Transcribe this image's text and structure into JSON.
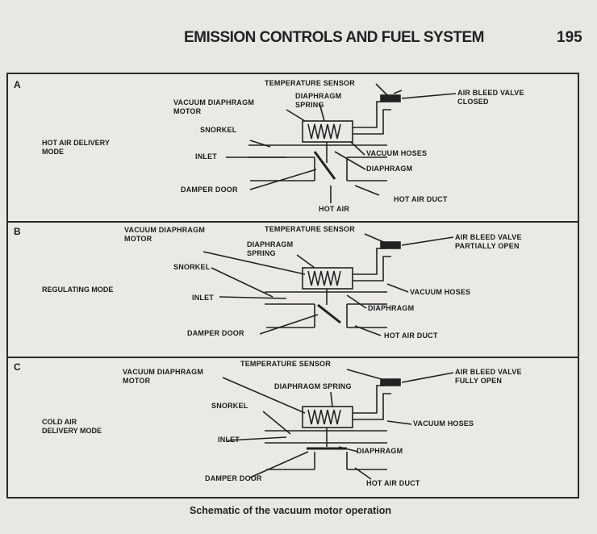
{
  "header": {
    "title": "EMISSION CONTROLS AND FUEL SYSTEM",
    "page_number": "195"
  },
  "figure": {
    "caption": "Schematic of the vacuum motor operation",
    "panels": [
      {
        "letter": "A",
        "mode": "HOT AIR DELIVERY MODE",
        "labels": {
          "temperature_sensor": "TEMPERATURE SENSOR",
          "air_bleed_valve": "AIR BLEED VALVE",
          "valve_state": "CLOSED",
          "vacuum_diaphragm_motor_1": "VACUUM DIAPHRAGM",
          "vacuum_diaphragm_motor_2": "MOTOR",
          "diaphragm_spring_1": "DIAPHRAGM",
          "diaphragm_spring_2": "SPRING",
          "snorkel": "SNORKEL",
          "inlet": "INLET",
          "vacuum_hoses": "VACUUM HOSES",
          "diaphragm": "DIAPHRAGM",
          "damper_door": "DAMPER DOOR",
          "hot_air_duct": "HOT AIR DUCT",
          "hot_air": "HOT AIR"
        }
      },
      {
        "letter": "B",
        "mode": "REGULATING MODE",
        "labels": {
          "vacuum_diaphragm_motor_1": "VACUUM DIAPHRAGM",
          "vacuum_diaphragm_motor_2": "MOTOR",
          "temperature_sensor": "TEMPERATURE SENSOR",
          "diaphragm_spring_1": "DIAPHRAGM",
          "diaphragm_spring_2": "SPRING",
          "air_bleed_valve": "AIR BLEED VALVE",
          "valve_state": "PARTIALLY OPEN",
          "snorkel": "SNORKEL",
          "vacuum_hoses": "VACUUM HOSES",
          "inlet": "INLET",
          "diaphragm": "DIAPHRAGM",
          "damper_door": "DAMPER DOOR",
          "hot_air_duct": "HOT AIR DUCT"
        }
      },
      {
        "letter": "C",
        "mode": "COLD AIR DELIVERY MODE",
        "labels": {
          "temperature_sensor": "TEMPERATURE SENSOR",
          "air_bleed_valve": "AIR BLEED VALVE",
          "valve_state": "FULLY OPEN",
          "vacuum_diaphragm_motor_1": "VACUUM DIAPHRAGM",
          "vacuum_diaphragm_motor_2": "MOTOR",
          "diaphragm_spring": "DIAPHRAGM SPRING",
          "snorkel": "SNORKEL",
          "vacuum_hoses": "VACUUM HOSES",
          "inlet": "INLET",
          "diaphragm": "DIAPHRAGM",
          "damper_door": "DAMPER DOOR",
          "hot_air_duct": "HOT AIR DUCT"
        }
      }
    ]
  }
}
